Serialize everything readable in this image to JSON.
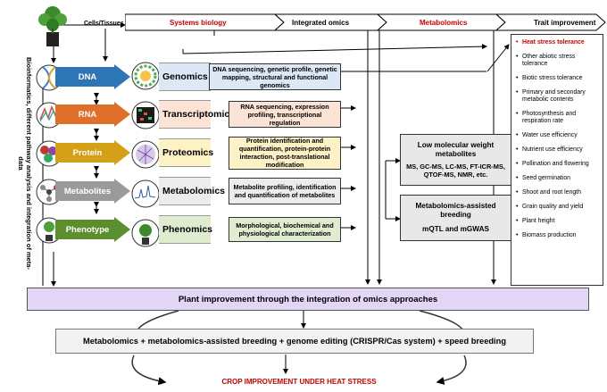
{
  "top": {
    "cells_tissues": "Cells/Tissues",
    "systems_biology": "Systems biology",
    "integrated_omics": "Integrated omics",
    "metabolomics": "Metabolomics",
    "trait_improvement": "Trait improvement"
  },
  "side_text": "Bioinformatics, different pathway analysis and integration of meta-data",
  "levels": [
    {
      "label": "DNA",
      "color": "#2e75b6",
      "omics": "Genomics",
      "desc": "DNA sequencing, genetic profile, genetic mapping, structural and functional genomics",
      "desc_bg": "#dde8f6"
    },
    {
      "label": "RNA",
      "color": "#e06f2a",
      "omics": "Transcriptomics",
      "desc": "RNA sequencing, expression profiling, transcriptional regulation",
      "desc_bg": "#fbe3d5"
    },
    {
      "label": "Protein",
      "color": "#d4a017",
      "omics": "Proteomics",
      "desc": "Protein identification and quantification, protein-protein interaction, post-translational modification",
      "desc_bg": "#fdf1c6"
    },
    {
      "label": "Metabolites",
      "color": "#9a9a9a",
      "omics": "Metabolomics",
      "desc": "Metabolite profiling, identification and quantification of metabolites",
      "desc_bg": "#ececec"
    },
    {
      "label": "Phenotype",
      "color": "#5b8f2e",
      "omics": "Phenomics",
      "desc": "Morphological, biochemical and physiological characterization",
      "desc_bg": "#dfeccf"
    }
  ],
  "metab_box1": {
    "title": "Low molecular weight metabolites",
    "body": "MS, GC-MS, LC-MS, FT-ICR-MS, QTOF-MS, NMR, etc."
  },
  "metab_box2": {
    "title": "Metabolomics-assisted breeding",
    "body": "mQTL and mGWAS"
  },
  "traits": [
    "Heat stress tolerance",
    "Other abiotic stress tolerance",
    "Biotic stress tolerance",
    "Primary and secondary metabolic contents",
    "Photosynthesis and respiration rate",
    "Water use efficiency",
    "Nutrient use efficiency",
    "Pollination and flowering",
    "Seed germination",
    "Shoot and root length",
    "Grain quality and yield",
    "Plant height",
    "Biomass production"
  ],
  "bottom": {
    "integration": "Plant improvement through the integration of omics approaches",
    "methods": "Metabolomics + metabolomics-assisted breeding + genome editing (CRISPR/Cas system) + speed breeding",
    "final": "CROP IMPROVEMENT UNDER HEAT STRESS"
  },
  "colors": {
    "accent_red": "#d00000",
    "lavender": "#e3d5f5"
  }
}
